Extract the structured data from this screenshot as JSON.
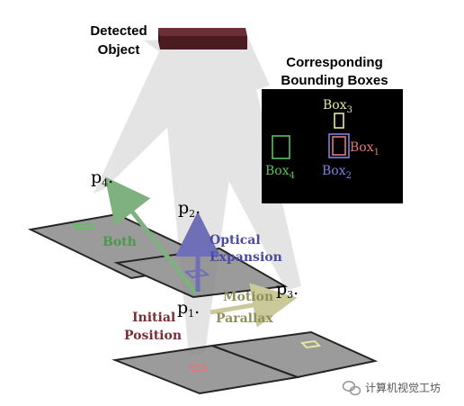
{
  "labels": {
    "detected_object": [
      "Detected",
      "Object"
    ],
    "corresponding_title": [
      "Corresponding",
      "Bounding Boxes"
    ],
    "box3": {
      "base": "Box",
      "sub": "3"
    },
    "box1": {
      "base": "Box",
      "sub": "1"
    },
    "box4": {
      "base": "Box",
      "sub": "4"
    },
    "box2": {
      "base": "Box",
      "sub": "2"
    },
    "p4": {
      "base": "p",
      "sub": "4",
      "dot": "."
    },
    "p2": {
      "base": "p",
      "sub": "2",
      "dot": "."
    },
    "p3": {
      "base": "p",
      "sub": "3",
      "dot": "."
    },
    "p1": {
      "base": "p",
      "sub": "1",
      "dot": "."
    },
    "both": "Both",
    "optical": [
      "Optical",
      "Expansion"
    ],
    "motion": [
      "Motion",
      "Parallax"
    ],
    "initial": [
      "Initial",
      "Position"
    ],
    "watermark": "计算机视觉工坊"
  },
  "colors": {
    "object_top": "#6b2f36",
    "object_front": "#4a1c22",
    "plane_fill": "#8a8a8a",
    "frustum": "#cfcfcf",
    "panel_bg": "#000000",
    "box1": "#e07a7a",
    "box2": "#8080e0",
    "box3": "#e6e6a0",
    "box4": "#5fbf5f",
    "initial_text": "#7a2e35",
    "optical_arrow": "#6f6fb8",
    "optical_text": "#4b4ba0",
    "motion_arrow": "#c9c99a",
    "motion_text": "#8f8f5a",
    "both_arrow": "#7fb07f",
    "both_text": "#4a9a4a"
  },
  "icons": {
    "watermark_icon": "wechat-logo-icon"
  }
}
